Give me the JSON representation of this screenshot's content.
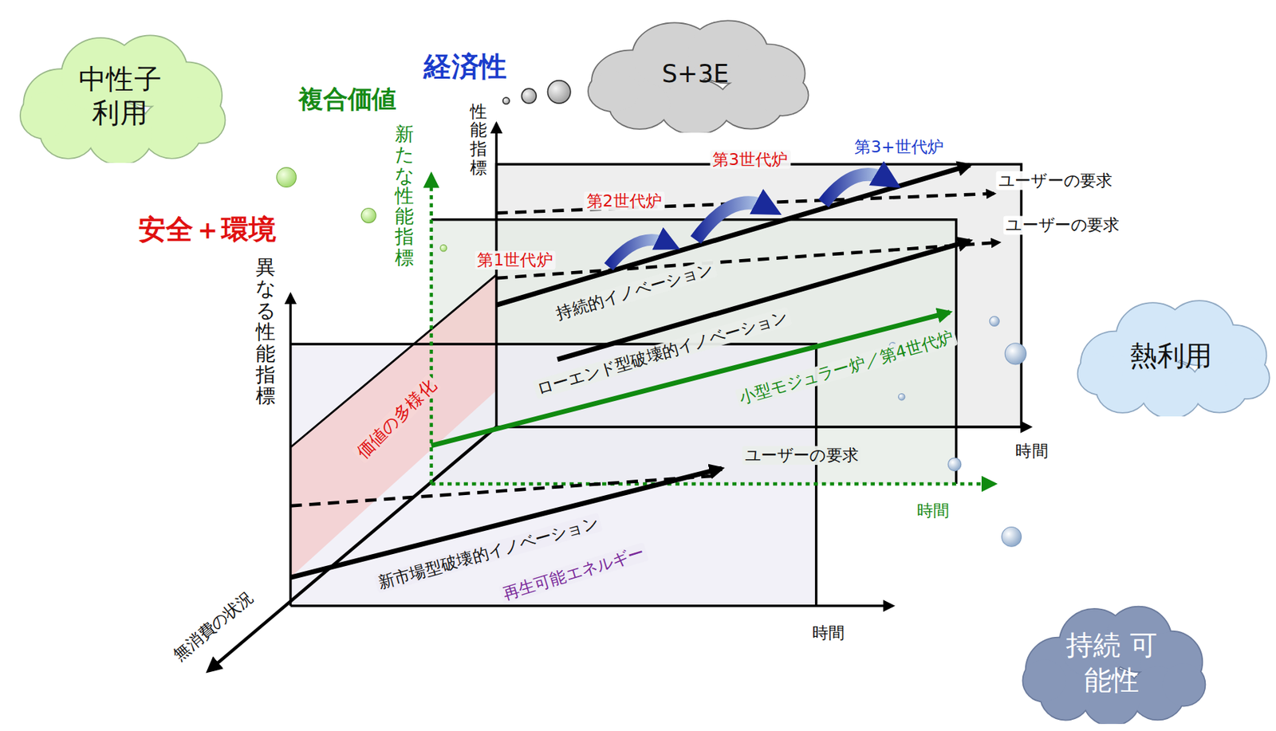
{
  "diagram": {
    "nodes": [
      {
        "text": [
          "中性子 利用"
        ]
      },
      {
        "text": [
          "S+3E"
        ]
      },
      {
        "text": [
          "熱利用"
        ]
      },
      {
        "text": [
          "持続 可能性"
        ]
      }
    ],
    "labels": [
      "経済性",
      "複合価値",
      "安全＋環境",
      "性能指標",
      "新たな性能指標",
      "異なる性能指標",
      "第3世代炉",
      "第3+世代炉",
      "第2世代炉",
      "第1世代炉",
      "ユーザーの要求",
      "ユーザーの要求",
      "持続的イノベーション",
      "ローエンド型破壊的イノベーション",
      "小型モジュラー炉／第4世代炉",
      "価値の多様化",
      "時間",
      "ユーザーの要求",
      "時間",
      "新市場型破壊的イノベーション",
      "再生可能エネルギー",
      "無消費の状況",
      "時間"
    ]
  }
}
